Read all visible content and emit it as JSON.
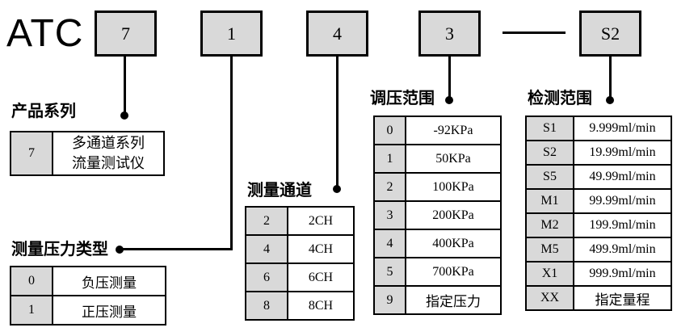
{
  "brand": "ATC",
  "model_code": {
    "digits": [
      "7",
      "1",
      "4",
      "3",
      "S2"
    ],
    "separator": "-"
  },
  "sections": [
    {
      "title": "产品系列",
      "rows": [
        {
          "code": "7",
          "desc": "多通道系列\n流量测试仪"
        }
      ]
    },
    {
      "title": "测量压力类型",
      "rows": [
        {
          "code": "0",
          "desc": "负压测量"
        },
        {
          "code": "1",
          "desc": "正压测量"
        }
      ]
    },
    {
      "title": "测量通道",
      "rows": [
        {
          "code": "2",
          "desc": "2CH"
        },
        {
          "code": "4",
          "desc": "4CH"
        },
        {
          "code": "6",
          "desc": "6CH"
        },
        {
          "code": "8",
          "desc": "8CH"
        }
      ]
    },
    {
      "title": "调压范围",
      "rows": [
        {
          "code": "0",
          "desc": "-92KPa"
        },
        {
          "code": "1",
          "desc": "50KPa"
        },
        {
          "code": "2",
          "desc": "100KPa"
        },
        {
          "code": "3",
          "desc": "200KPa"
        },
        {
          "code": "4",
          "desc": "400KPa"
        },
        {
          "code": "5",
          "desc": "700KPa"
        },
        {
          "code": "9",
          "desc": "指定压力"
        }
      ]
    },
    {
      "title": "检测范围",
      "rows": [
        {
          "code": "S1",
          "desc": "9.999ml/min"
        },
        {
          "code": "S2",
          "desc": "19.99ml/min"
        },
        {
          "code": "S5",
          "desc": "49.99ml/min"
        },
        {
          "code": "M1",
          "desc": "99.99ml/min"
        },
        {
          "code": "M2",
          "desc": "199.9ml/min"
        },
        {
          "code": "M5",
          "desc": "499.9ml/min"
        },
        {
          "code": "X1",
          "desc": "999.9ml/min"
        },
        {
          "code": "XX",
          "desc": "指定量程"
        }
      ]
    }
  ],
  "colors": {
    "cell_fill": "#d9d9d9",
    "border": "#000000",
    "background": "#ffffff",
    "text": "#000000"
  }
}
